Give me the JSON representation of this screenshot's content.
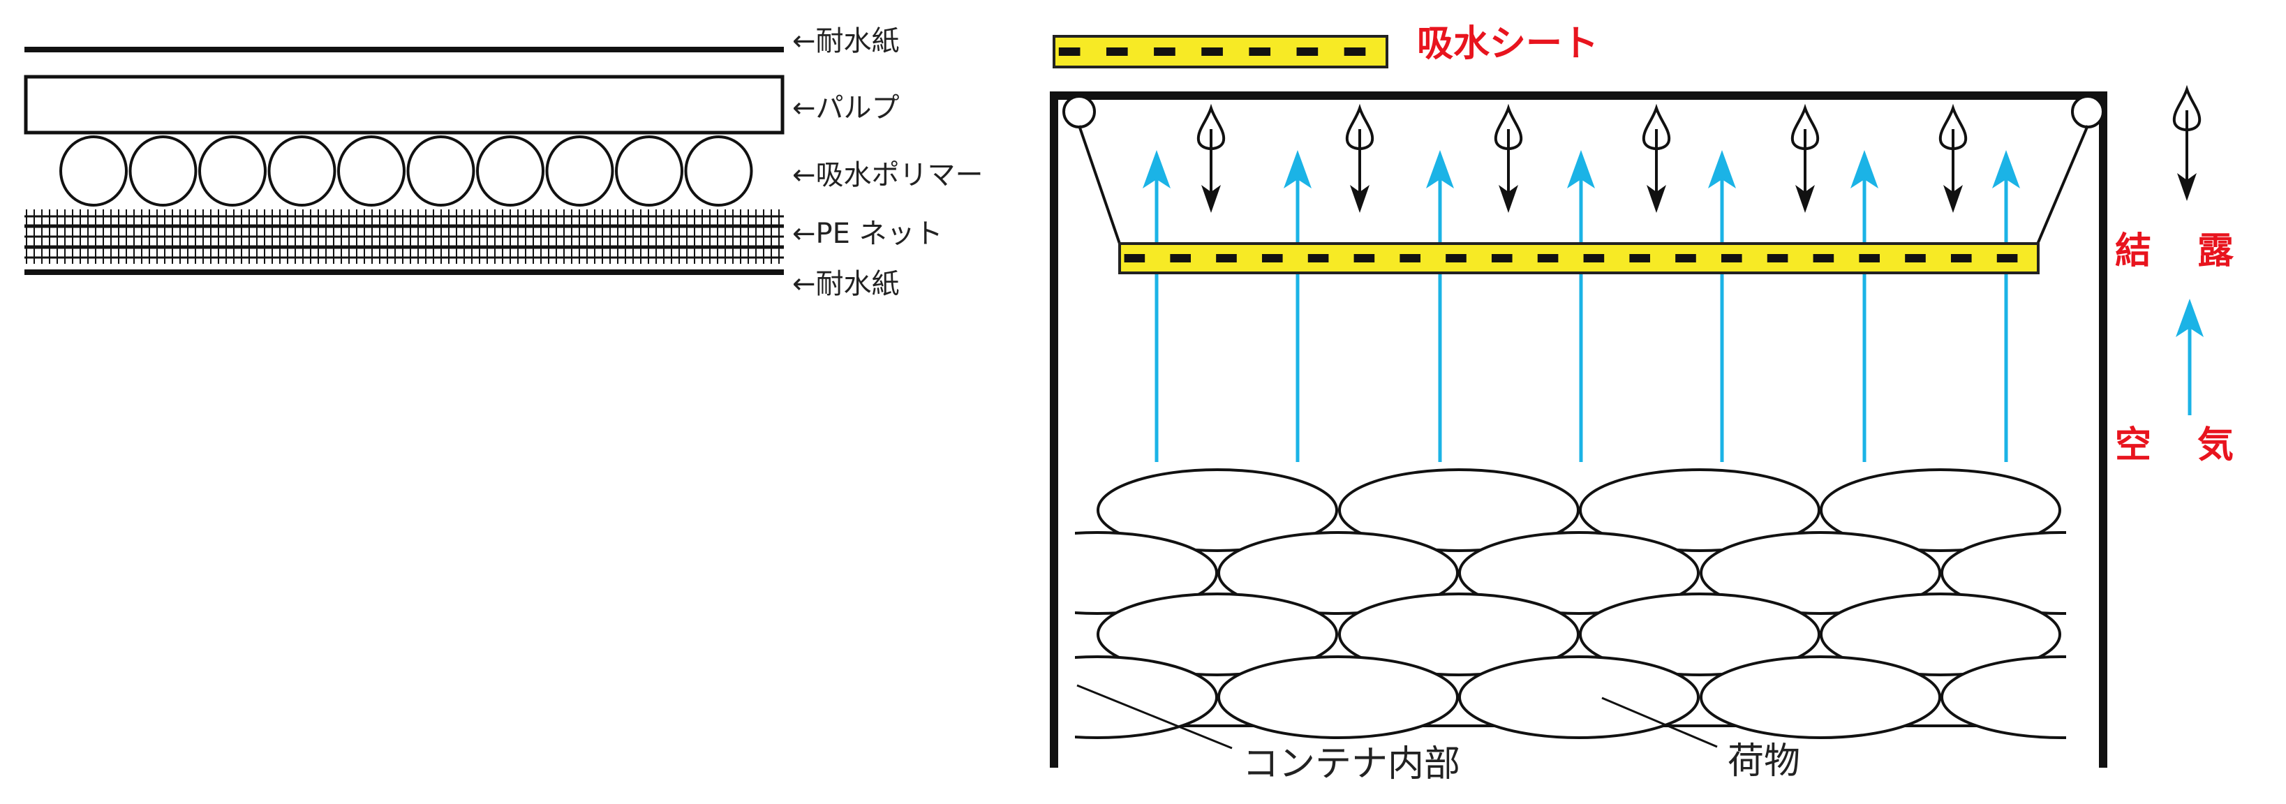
{
  "layers": {
    "top_paper": "←耐水紙",
    "pulp": "←パルプ",
    "polymer": "←吸水ポリマー",
    "pe_net": "←PE ネット",
    "bottom_paper": "←耐水紙"
  },
  "legend": {
    "sheet_label": "吸水シート"
  },
  "side_labels": {
    "condensation": [
      "結",
      "露"
    ],
    "air": [
      "空",
      "気"
    ]
  },
  "container": {
    "inside_label": "コンテナ内部",
    "cargo_label": "荷物"
  },
  "colors": {
    "sheet_yellow": "#f7ea25",
    "air_blue": "#1bb3e6",
    "label_red": "#e8141e"
  }
}
